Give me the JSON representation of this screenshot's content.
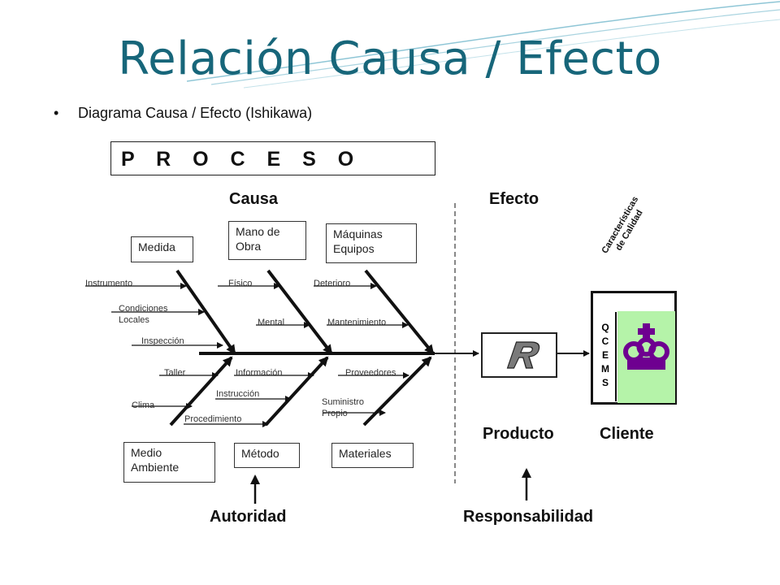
{
  "title": "Relación Causa / Efecto",
  "bullet": "Diagrama Causa / Efecto (Ishikawa)",
  "process_label": "P R O C E S O",
  "headers": {
    "causa": "Causa",
    "efecto": "Efecto"
  },
  "categories": {
    "medida": "Medida",
    "mano_obra": [
      "Mano de",
      "Obra"
    ],
    "maquinas": [
      "Máquinas",
      "Equipos"
    ],
    "medio_ambiente": [
      "Medio",
      "Ambiente"
    ],
    "metodo": "Método",
    "materiales": "Materiales"
  },
  "causes": {
    "instrumento": "Instrumento",
    "condiciones": [
      "Condiciones",
      "Locales"
    ],
    "inspeccion": "Inspección",
    "taller": "Taller",
    "clima": "Clima",
    "fisico": "Físico",
    "mental": "Mental",
    "informacion": "Información",
    "instruccion": "Instrucción",
    "procedimiento": "Procedimiento",
    "deterioro": "Deterioro",
    "mantenimiento": "Mantenimiento",
    "proveedores": "Proveedores",
    "suministro": [
      "Suministro",
      "Propio"
    ]
  },
  "quality_label": [
    "Características",
    "de Calidad"
  ],
  "qcems": [
    "Q",
    "C",
    "E",
    "M",
    "S"
  ],
  "bottom_labels": {
    "producto": "Producto",
    "cliente": "Cliente",
    "autoridad": "Autoridad",
    "responsabilidad": "Responsabilidad"
  },
  "icons": {
    "product": "r-logo-icon",
    "client": "crown-icon"
  },
  "colors": {
    "title": "#17667a",
    "green": "#b5f3a9",
    "logo": "#7a7a7a",
    "crown": "#6e0090"
  }
}
